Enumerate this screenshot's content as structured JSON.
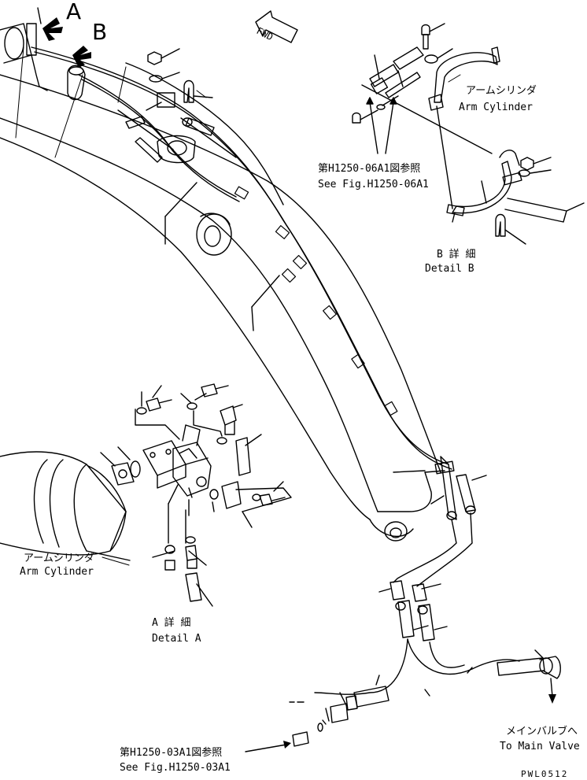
{
  "labels": {
    "view_a": "A",
    "view_b": "B",
    "fwd": "FWD"
  },
  "detail_b": {
    "arm_cylinder_jp": "アームシリンダ",
    "arm_cylinder_en": "Arm Cylinder",
    "ref_jp": "第H1250-06A1図参照",
    "ref_en": "See Fig.H1250-06A1",
    "title_jp": "B 詳 細",
    "title_en": "Detail B"
  },
  "detail_a": {
    "arm_cylinder_jp": "アームシリンダ",
    "arm_cylinder_en": "Arm Cylinder",
    "title_jp": "A 詳 細",
    "title_en": "Detail A"
  },
  "main_valve": {
    "label_jp": "メインバルブへ",
    "label_en": "To Main Valve"
  },
  "lower_ref": {
    "ref_jp": "第H1250-03A1図参照",
    "ref_en": "See Fig.H1250-03A1"
  },
  "drawing_code": "PWL0512"
}
